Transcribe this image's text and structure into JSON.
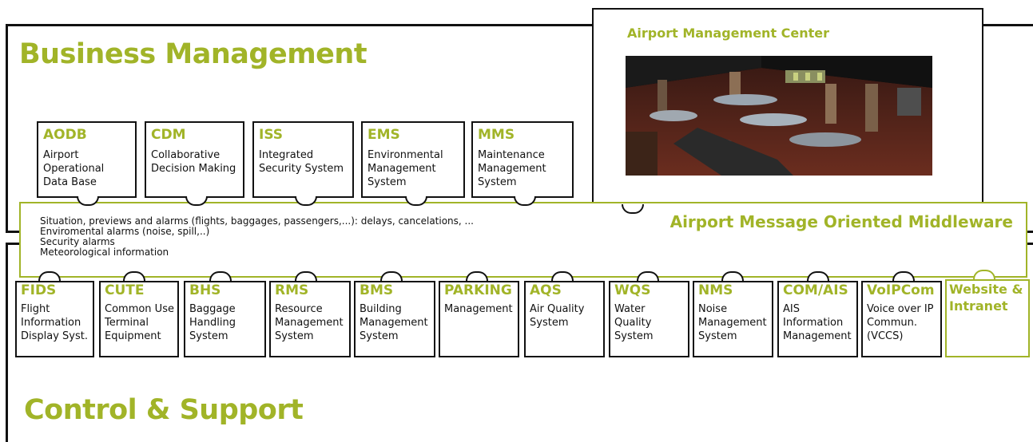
{
  "business": {
    "title": "Business Management"
  },
  "control": {
    "title": "Control & Support"
  },
  "amc": {
    "title": "Airport Management Center"
  },
  "middleware": {
    "title": "Airport Message Oriented Middleware",
    "lines": [
      "Situation, previews and alarms (flights, baggages, passengers,...):  delays, cancelations, ...",
      "Enviromental alarms (noise, spill,..)",
      "Security alarms",
      "Meteorological information"
    ]
  },
  "business_modules": [
    {
      "abbr": "AODB",
      "desc": [
        "Airport",
        "Operational",
        "Data Base"
      ]
    },
    {
      "abbr": "CDM",
      "desc": [
        "Collaborative",
        "Decision Making"
      ]
    },
    {
      "abbr": "ISS",
      "desc": [
        "Integrated",
        "Security System"
      ]
    },
    {
      "abbr": "EMS",
      "desc": [
        "Environmental",
        "Management",
        "System"
      ]
    },
    {
      "abbr": "MMS",
      "desc": [
        "Maintenance",
        "Management",
        "System"
      ]
    }
  ],
  "control_modules": [
    {
      "abbr": "FIDS",
      "desc": [
        "Flight",
        "Information",
        "Display Syst."
      ]
    },
    {
      "abbr": "CUTE",
      "desc": [
        "Common Use",
        "Terminal",
        "Equipment"
      ]
    },
    {
      "abbr": "BHS",
      "desc": [
        "Baggage",
        "Handling",
        "System"
      ]
    },
    {
      "abbr": "RMS",
      "desc": [
        "Resource",
        "Management",
        "System"
      ]
    },
    {
      "abbr": "BMS",
      "desc": [
        "Building",
        "Management",
        "System"
      ]
    },
    {
      "abbr": "PARKING",
      "desc": [
        "Management"
      ]
    },
    {
      "abbr": "AQS",
      "desc": [
        "Air Quality",
        "System"
      ]
    },
    {
      "abbr": "WQS",
      "desc": [
        "Water",
        "Quality",
        "System"
      ]
    },
    {
      "abbr": "NMS",
      "desc": [
        "Noise",
        "Management",
        "System"
      ]
    },
    {
      "abbr": "COM/AIS",
      "desc": [
        "AIS",
        "Information",
        "Management"
      ]
    },
    {
      "abbr": "VoIPCom",
      "desc": [
        "Voice over IP",
        "Commun.",
        "(VCCS)"
      ]
    },
    {
      "abbr": "Website & Intranet",
      "desc": []
    }
  ],
  "colors": {
    "accent": "#a1b428",
    "line": "#111111"
  }
}
